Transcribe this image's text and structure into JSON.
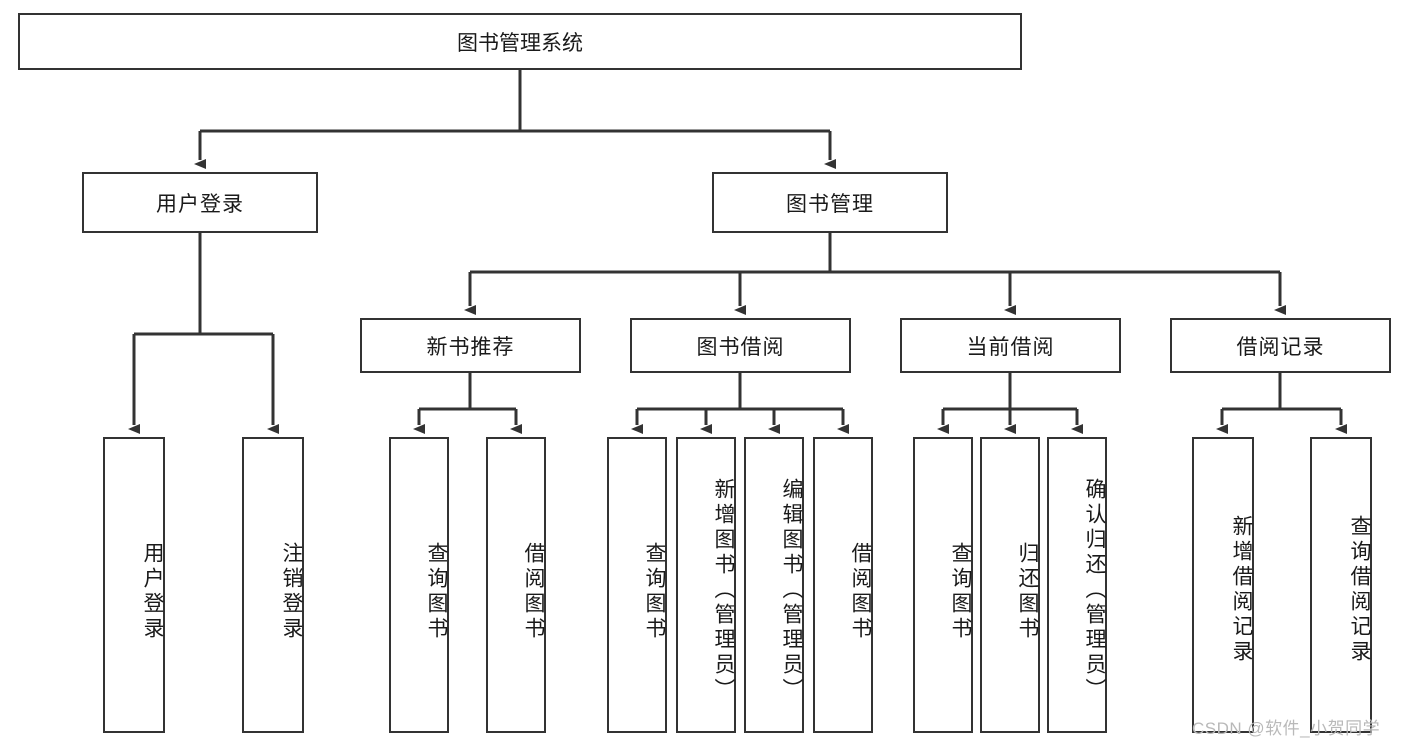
{
  "diagram": {
    "type": "tree-hierarchy",
    "title": "图书管理系统",
    "colors": {
      "box_border": "#333333",
      "box_fill": "#ffffff",
      "connector": "#333333",
      "text": "#1a1a1a",
      "watermark": "#b9b9b9"
    },
    "levels": [
      {
        "name": "root",
        "nodes": [
          "图书管理系统"
        ]
      },
      {
        "name": "modules",
        "nodes": [
          "用户登录",
          "图书管理"
        ]
      },
      {
        "name": "submodules",
        "nodes": [
          "新书推荐",
          "图书借阅",
          "当前借阅",
          "借阅记录"
        ]
      },
      {
        "name": "functions",
        "nodes": [
          "用户登录",
          "注销登录",
          "查询图书",
          "借阅图书",
          "查询图书",
          "新增图书（管理员）",
          "编辑图书（管理员）",
          "借阅图书",
          "查询图书",
          "归还图书",
          "确认归还（管理员）",
          "新增借阅记录",
          "查询借阅记录"
        ]
      }
    ]
  },
  "root": {
    "label": "图书管理系统"
  },
  "modules": [
    {
      "label": "用户登录"
    },
    {
      "label": "图书管理"
    }
  ],
  "submodules": [
    {
      "label": "新书推荐"
    },
    {
      "label": "图书借阅"
    },
    {
      "label": "当前借阅"
    },
    {
      "label": "借阅记录"
    }
  ],
  "leaves": [
    {
      "label": "用户登录",
      "parent": "用户登录"
    },
    {
      "label": "注销登录",
      "parent": "用户登录"
    },
    {
      "label": "查询图书",
      "parent": "新书推荐"
    },
    {
      "label": "借阅图书",
      "parent": "新书推荐"
    },
    {
      "label": "查询图书",
      "parent": "图书借阅"
    },
    {
      "label": "新增图书（管理员）",
      "parent": "图书借阅"
    },
    {
      "label": "编辑图书（管理员）",
      "parent": "图书借阅"
    },
    {
      "label": "借阅图书",
      "parent": "图书借阅"
    },
    {
      "label": "查询图书",
      "parent": "当前借阅"
    },
    {
      "label": "归还图书",
      "parent": "当前借阅"
    },
    {
      "label": "确认归还（管理员）",
      "parent": "当前借阅"
    },
    {
      "label": "新增借阅记录",
      "parent": "借阅记录"
    },
    {
      "label": "查询借阅记录",
      "parent": "借阅记录"
    }
  ],
  "watermark": {
    "text": "CSDN @软件_小贺同学"
  }
}
